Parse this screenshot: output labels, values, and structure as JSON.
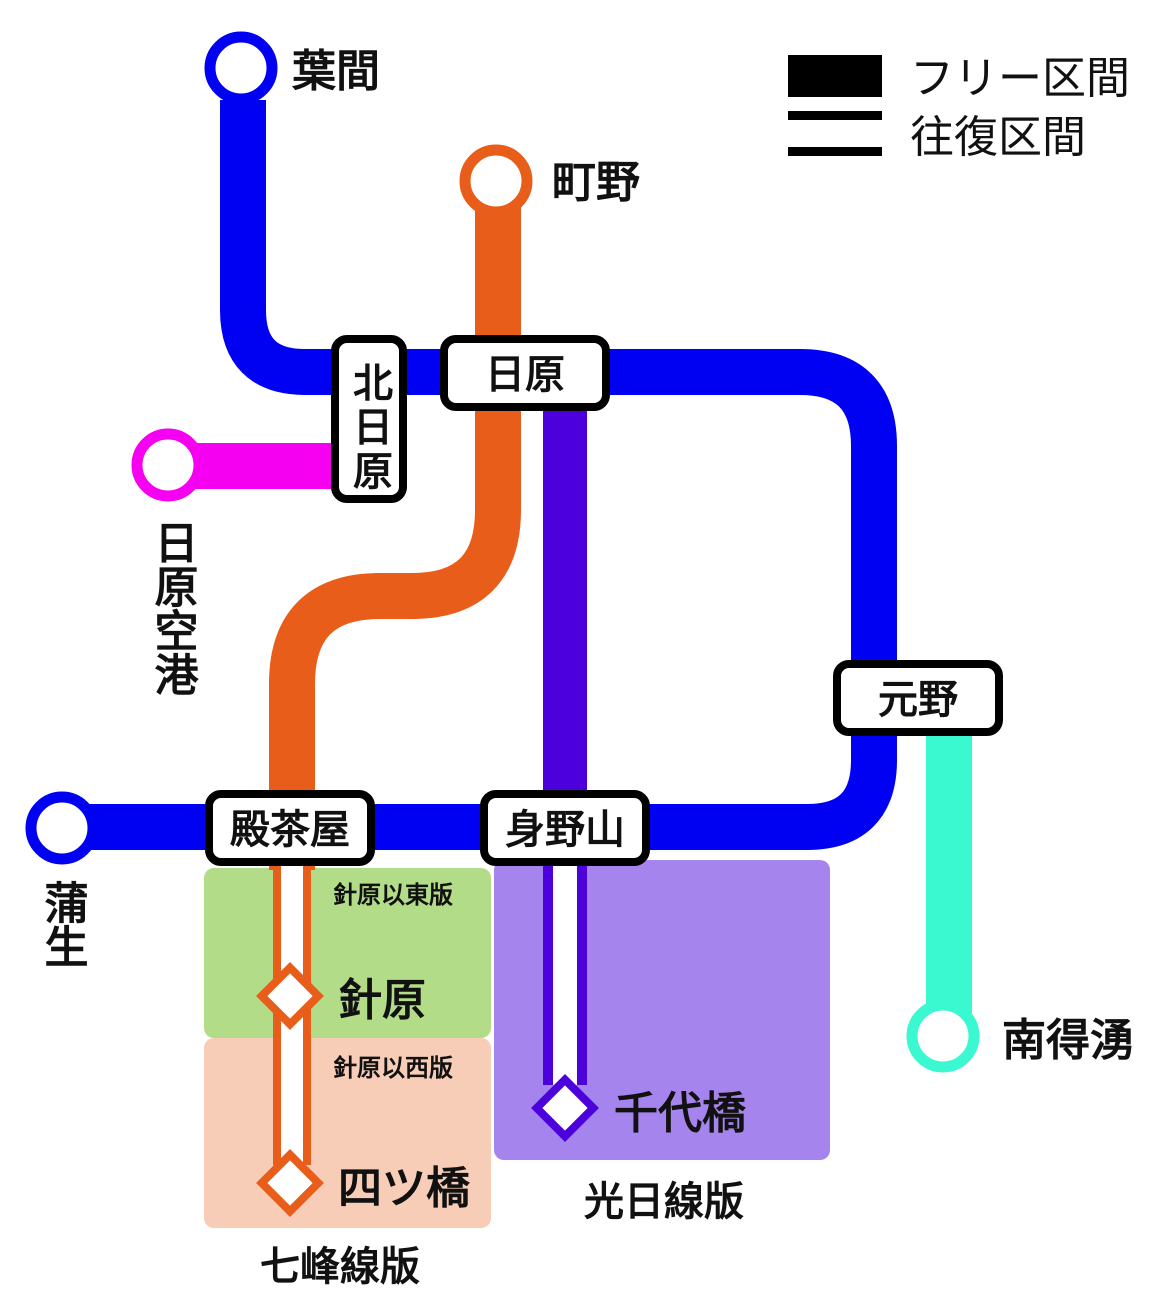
{
  "colors": {
    "blue": "#0000F2",
    "orange": "#E85D1A",
    "purple": "#4B00DC",
    "magenta": "#F500F0",
    "aqua": "#3AF8D0",
    "zone_green": "#B2DC88",
    "zone_peach": "#F8CDB8",
    "zone_purple": "#A684EE"
  },
  "legend": {
    "free_label": "フリー区間",
    "roundtrip_label": "往復区間"
  },
  "stations": {
    "hama": "葉間",
    "machino": "町野",
    "kitahihara": "北日原",
    "hihara": "日原",
    "airport": "日原空港",
    "motono": "元野",
    "gamo": "蒲生",
    "denchaya": "殿茶屋",
    "minoyama": "身野山",
    "hariwara": "針原",
    "yotsubashi": "四ツ橋",
    "chiyobashi": "千代橋",
    "nanutoyu": "南得湧"
  },
  "zones": {
    "east": "針原以東版",
    "west": "針原以西版"
  },
  "versions": {
    "koujitsu": "光日線版",
    "shichimine": "七峰線版"
  }
}
